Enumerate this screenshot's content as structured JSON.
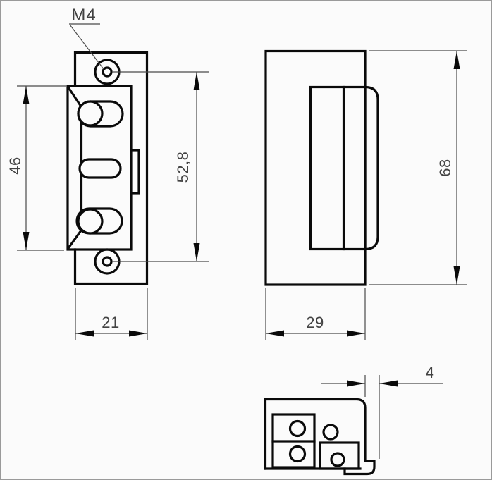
{
  "colors": {
    "bg": "#fbfbfb",
    "outline": "#0a0a0a",
    "dim": "#4a4a4a",
    "text": "#424242",
    "border": "#9a9a9a"
  },
  "callouts": {
    "thread": "M4"
  },
  "dimensions": {
    "front_body_height": "46",
    "front_screw_spacing": "52,8",
    "front_width": "21",
    "side_height": "68",
    "side_width": "29",
    "lip_offset": "4"
  }
}
